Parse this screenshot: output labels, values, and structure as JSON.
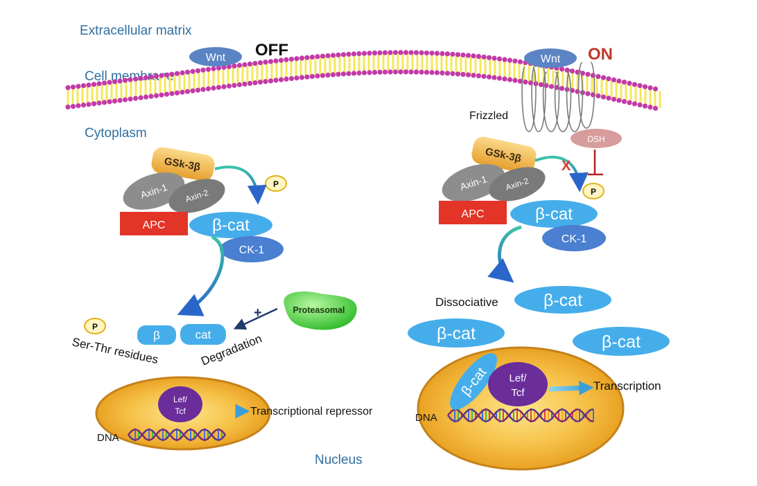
{
  "labels": {
    "extracellular_matrix": "Extracellular  matrix",
    "cell_membrane": "Cell membrane",
    "cytoplasm": "Cytoplasm",
    "nucleus": "Nucleus",
    "off": "OFF",
    "on": "ON",
    "frizzled": "Frizzled",
    "dsh": "DSH",
    "dissociative": "Dissociative",
    "ser_thr": "Ser-Thr residues",
    "degradation": "Degradation",
    "proteasomal": "Proteasomal",
    "transcriptional_repressor": "Transcriptional repressor",
    "transcription": "Transcription",
    "plus_sign": "+",
    "x_mark": "X",
    "dna": "DNA"
  },
  "proteins": {
    "wnt": "Wnt",
    "gsk3b": "GSk-3β",
    "axin1": "Axin-1",
    "axin2": "Axin-2",
    "apc": "APC",
    "bcat": "β-cat",
    "ck1": "CK-1",
    "beta": "β",
    "cat": "cat",
    "phospho": "P",
    "lef": "Lef/",
    "tcf": "Tcf"
  },
  "colors": {
    "label_blue": "#2e6fa1",
    "on_red": "#c0392b",
    "bcat_blue": "#45aeea",
    "ck1_blue": "#4a7fd1",
    "wnt_blue": "#5b84c4",
    "apc_red": "#e23427",
    "axin_grey": "#8d8d8d",
    "gsk_orange": "#f2b347",
    "lef_purple": "#6a2d9a",
    "nucleus_orange": "#f0a92a",
    "membrane_pink": "#c23aa8",
    "membrane_yellow": "#f4e75c",
    "proteasome_green": "#4fd13f",
    "dsh_pink": "#d79c9c"
  }
}
